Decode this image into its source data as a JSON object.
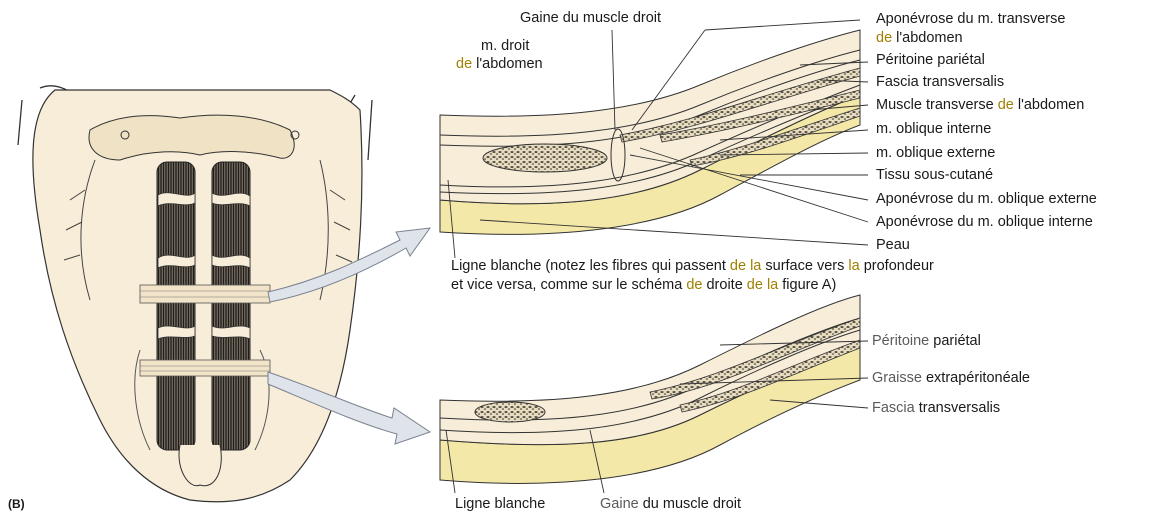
{
  "figure_label": "(B)",
  "top_section": {
    "left_labels": {
      "sheath_top": "Gaine du muscle droit",
      "rectus_1": "m. droit",
      "rectus_de": "de",
      "rectus_2": "l'abdomen",
      "ligne_blanche": "Ligne blanche (notez les fibres qui passent ",
      "lb_de_la_1": "de la",
      "lb_mid_1": " surface vers ",
      "lb_la": "la",
      "lb_mid_2": " profondeur",
      "lb_line2_a": "et vice versa, comme sur le schéma ",
      "lb_de": "de",
      "lb_line2_b": " droite ",
      "lb_de_la_2": "de la",
      "lb_line2_c": " figure A)"
    },
    "right_labels": [
      {
        "parts": [
          "Aponévrose du m. transverse"
        ]
      },
      {
        "parts": [
          "de",
          " l'abdomen"
        ]
      },
      {
        "parts": [
          "Péritoine pariétal"
        ]
      },
      {
        "parts": [
          "Fascia transversalis"
        ]
      },
      {
        "parts": [
          "Muscle transverse ",
          "de",
          " l'abdomen"
        ]
      },
      {
        "parts": [
          "m. oblique interne"
        ]
      },
      {
        "parts": [
          "m. oblique externe"
        ]
      },
      {
        "parts": [
          "Tissu sous-cutané"
        ]
      },
      {
        "parts": [
          "Aponévrose du m. oblique externe"
        ]
      },
      {
        "parts": [
          "Aponévrose du m. oblique interne"
        ]
      },
      {
        "parts": [
          "Peau"
        ]
      }
    ]
  },
  "bottom_section": {
    "right_labels": [
      {
        "grey": "Péritoine",
        "dark": " pariétal"
      },
      {
        "grey": "Graisse",
        "dark": " extrapéritonéale"
      },
      {
        "grey": "Fascia",
        "dark": " transversalis"
      }
    ],
    "bottom_left": "Ligne blanche",
    "bottom_sheath_grey": "Gaine",
    "bottom_sheath_dark": " du muscle droit"
  },
  "colors": {
    "skin": "#f7edd8",
    "yellow_layer": "#f4e8a8",
    "muscle_dark": "#3a3a3a",
    "line": "#222222",
    "highlight_word": "#a08000"
  }
}
